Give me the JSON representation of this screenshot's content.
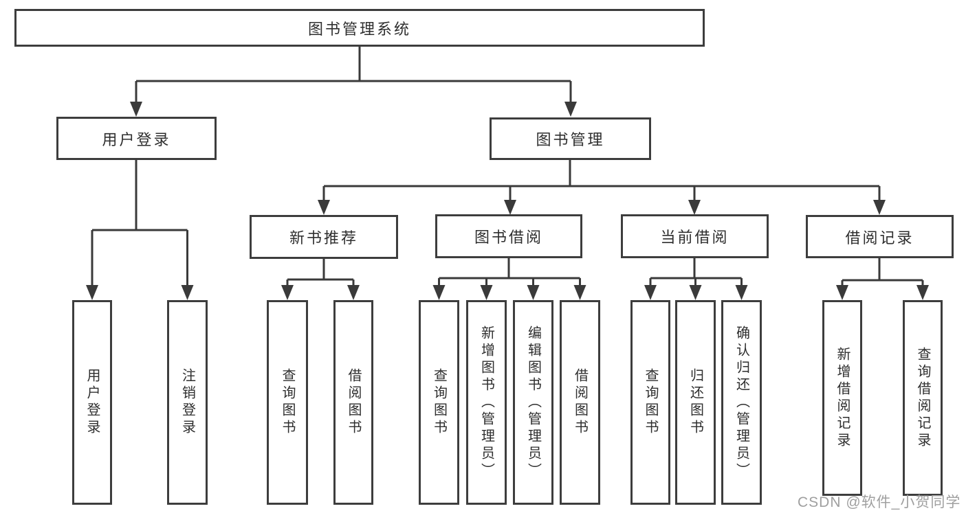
{
  "nodes": {
    "root": "图书管理系统",
    "user_login": "用户登录",
    "book_management": "图书管理",
    "new_book_recommend": "新书推荐",
    "book_borrow": "图书借阅",
    "current_borrow": "当前借阅",
    "borrow_records": "借阅记录",
    "leaf_user_login": "用户登录",
    "leaf_logout": "注销登录",
    "leaf_nbr_query": "查询图书",
    "leaf_nbr_borrow": "借阅图书",
    "leaf_bb_query": "查询图书",
    "leaf_bb_add": "新增图书（管理员）",
    "leaf_bb_edit": "编辑图书（管理员）",
    "leaf_bb_borrow": "借阅图书",
    "leaf_cb_query": "查询图书",
    "leaf_cb_return": "归还图书",
    "leaf_cb_confirm": "确认归还（管理员）",
    "leaf_br_add": "新增借阅记录",
    "leaf_br_query": "查询借阅记录"
  },
  "watermark": "CSDN @软件_小贺同学",
  "colors": {
    "line": "#3a3a3a",
    "box_border": "#3d3d3d",
    "text": "#2e2e2e",
    "watermark": "#9f9f9f",
    "background": "#ffffff"
  }
}
